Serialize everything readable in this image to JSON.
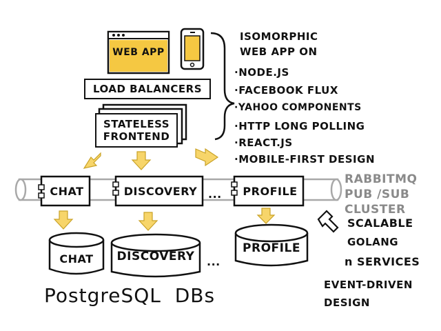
{
  "top": {
    "web_app_label": "WEB APP",
    "load_balancers_label": "LOAD BALANCERS",
    "stateless_frontend_line1": "STATELESS",
    "stateless_frontend_line2": "FRONTEND"
  },
  "notes": {
    "heading_line1": "ISOMORPHIC",
    "heading_line2": "WEB APP ON",
    "bullets": [
      "NODE.JS",
      "FACEBOOK FLUX",
      "YAHOO COMPONENTS",
      "HTTP  LONG POLLING",
      "REACT.JS",
      "MOBILE-FIRST DESIGN"
    ]
  },
  "bus": {
    "rabbit_line1": "RABBITMQ",
    "rabbit_line2": "PUB /SUB",
    "rabbit_line3": "CLUSTER"
  },
  "services": {
    "chat": "CHAT",
    "discovery": "DISCOVERY",
    "ellipsis": "...",
    "profile": "PROFILE"
  },
  "service_notes": {
    "line1": "SCALABLE",
    "line2": "GOLANG",
    "line3": "n SERVICES",
    "line4": "EVENT-DRIVEN",
    "line5": "DESIGN"
  },
  "dbs": {
    "chat": "CHAT",
    "discovery": "DISCOVERY",
    "ellipsis": "...",
    "profile": "PROFILE",
    "caption": "PostgreSQL  DBs"
  },
  "colors": {
    "yellow": "#f5c842",
    "arrow_yellow": "#f7d56a",
    "ink": "#111111",
    "pipe_gray": "#a8a8a8",
    "note_gray": "#8a8a8a"
  }
}
